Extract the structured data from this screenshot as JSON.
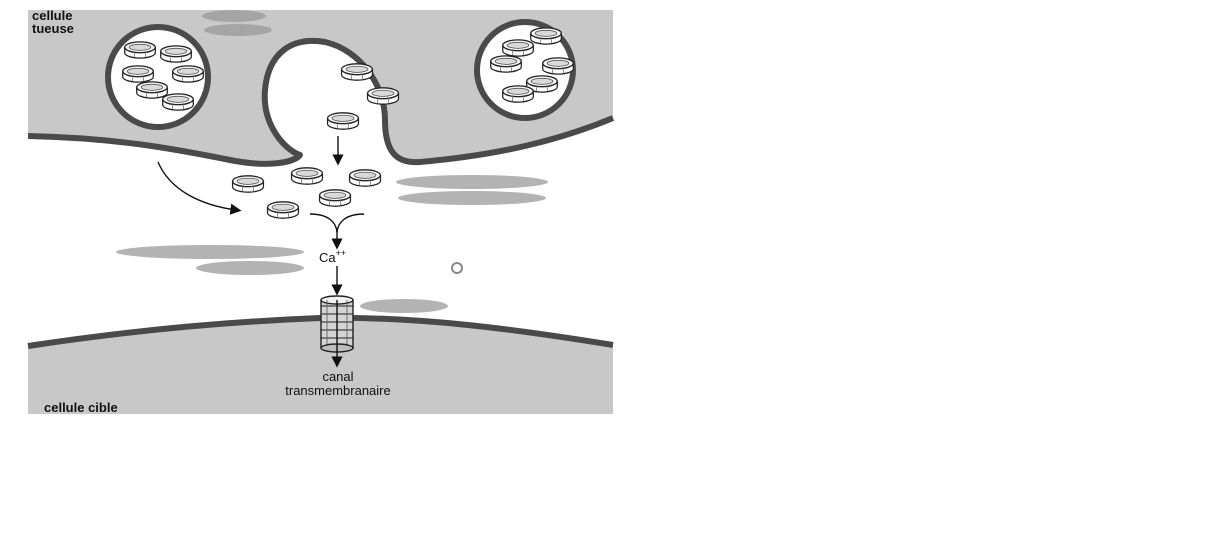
{
  "labels": {
    "killer_cell_line1": "cellule",
    "killer_cell_line2": "tueuse",
    "target_cell": "cellule cible",
    "channel_line1": "canal",
    "channel_line2": "transmembranaire",
    "calcium": "Ca",
    "calcium_charge": "++"
  },
  "colors": {
    "cell_fill": "#c8c8c8",
    "membrane": "#4a4a4a",
    "background": "#ffffff",
    "ink": "#111111"
  },
  "icons": {
    "granule": "perforin-ring",
    "channel": "membrane-channel-cylinder",
    "arrow": "arrow-down"
  }
}
